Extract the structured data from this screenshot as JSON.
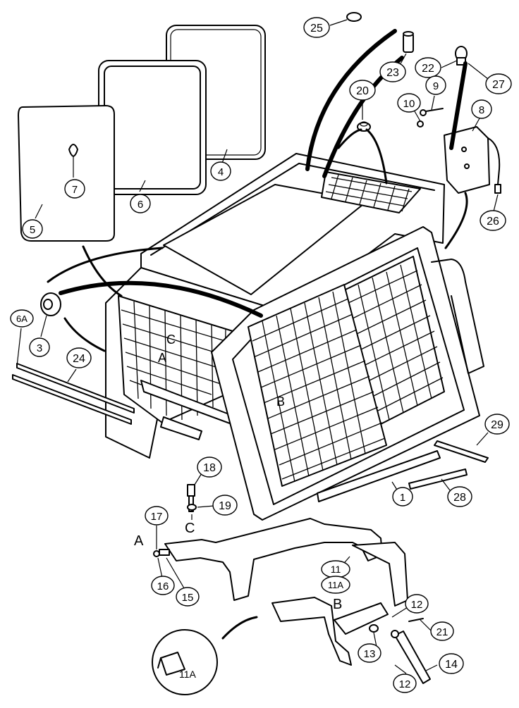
{
  "callouts": {
    "c25": "25",
    "c23": "23",
    "c22": "22",
    "c27": "27",
    "c20": "20",
    "c10": "10",
    "c9": "9",
    "c8": "8",
    "c26": "26",
    "c4": "4",
    "c7": "7",
    "c6": "6",
    "c5": "5",
    "c6a": "6A",
    "c3": "3",
    "c24": "24",
    "c29": "29",
    "c28": "28",
    "c1": "1",
    "c18": "18",
    "c19": "19",
    "c17": "17",
    "c16": "16",
    "c15": "15",
    "c11": "11",
    "c11a": "11A",
    "c12a": "12",
    "c21": "21",
    "c13": "13",
    "c14": "14",
    "c12b": "12"
  },
  "letters": {
    "a_upper": "A",
    "c_upper": "C",
    "b_upper": "B",
    "c_lower": "C",
    "a_lower": "A",
    "b_lower": "B"
  },
  "detail_label": "11A"
}
